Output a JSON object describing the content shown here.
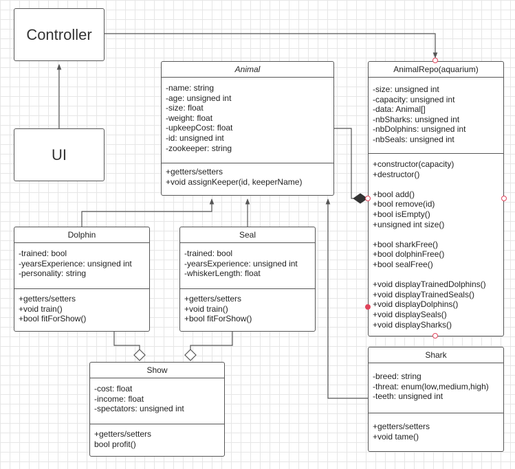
{
  "controller": {
    "label": "Controller"
  },
  "ui": {
    "label": "UI"
  },
  "animal": {
    "title": "Animal",
    "attributes": [
      "-name: string",
      "-age: unsigned int",
      "-size: float",
      "-weight: float",
      "-upkeepCost: float",
      "-id: unsigned int",
      "-zookeeper: string"
    ],
    "methods": [
      "+getters/setters",
      "+void assignKeeper(id, keeperName)"
    ]
  },
  "repo": {
    "title": "AnimalRepo(aquarium)",
    "attributes": [
      "-size: unsigned int",
      "-capacity: unsigned int",
      "-data: Animal[]",
      "-nbSharks: unsigned int",
      "-nbDolphins: unsigned int",
      "-nbSeals: unsigned int"
    ],
    "methods": [
      "+constructor(capacity)",
      "+destructor()",
      "",
      "+bool add()",
      "+bool remove(id)",
      "+bool isEmpty()",
      "+unsigned int size()",
      "",
      "+bool sharkFree()",
      "+bool dolphinFree()",
      "+bool sealFree()",
      "",
      "+void displayTrainedDolphins()",
      "+void displayTrainedSeals()",
      "+void displayDolphins()",
      "+void displaySeals()",
      "+void displaySharks()"
    ]
  },
  "dolphin": {
    "title": "Dolphin",
    "attributes": [
      "-trained: bool",
      "-yearsExperience: unsigned int",
      "-personality: string"
    ],
    "methods": [
      "+getters/setters",
      "+void train()",
      "+bool fitForShow()"
    ]
  },
  "seal": {
    "title": "Seal",
    "attributes": [
      "-trained: bool",
      "-yearsExperience: unsigned int",
      "-whiskerLength: float"
    ],
    "methods": [
      "+getters/setters",
      "+void train()",
      "+bool fitForShow()"
    ]
  },
  "show": {
    "title": "Show",
    "attributes": [
      "-cost: float",
      "-income: float",
      "-spectators: unsigned int"
    ],
    "methods": [
      "+getters/setters",
      "bool profit()"
    ]
  },
  "shark": {
    "title": "Shark",
    "attributes": [
      "-breed: string",
      "-threat: enum(low,medium,high)",
      "-teeth: unsigned int"
    ],
    "methods": [
      "+getters/setters",
      "+void tame()"
    ]
  },
  "colors": {
    "line": "#555555",
    "grid": "#e6e6e6",
    "handle": "#e0435a"
  }
}
